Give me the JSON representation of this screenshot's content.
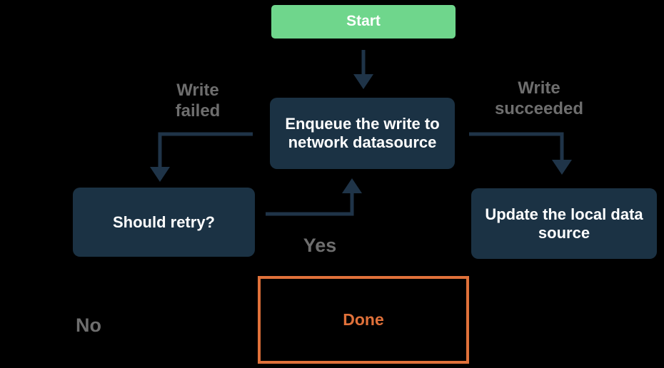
{
  "colors": {
    "background": "#000000",
    "node_fill": "#1B3244",
    "node_text": "#FFFFFF",
    "start_fill": "#6FD68C",
    "start_text": "#FFFFFF",
    "arrow": "#1F3448",
    "edge_label_text": "#6E6E6E",
    "done_accent": "#E0713A"
  },
  "nodes": {
    "start": {
      "label": "Start"
    },
    "enqueue": {
      "label": "Enqueue the write to\nnetwork datasource"
    },
    "retry": {
      "label": "Should retry?"
    },
    "update": {
      "label": "Update the local data\nsource"
    },
    "done": {
      "label": "Done"
    }
  },
  "edge_labels": {
    "write_failed": {
      "label": "Write\nfailed"
    },
    "write_succeeded": {
      "label": "Write\nsucceeded"
    },
    "yes": {
      "label": "Yes"
    },
    "no": {
      "label": "No"
    }
  }
}
